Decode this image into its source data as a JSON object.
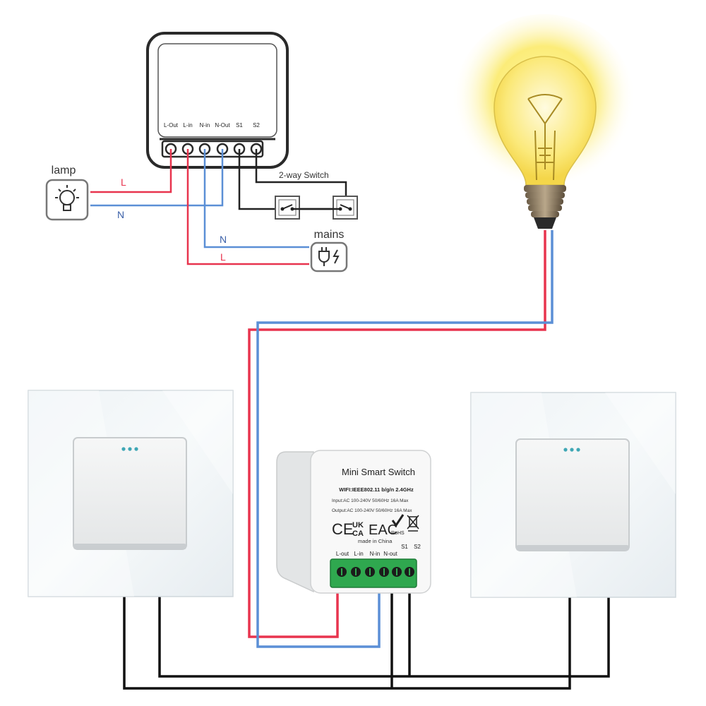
{
  "schematic": {
    "terminals": [
      "L-Out",
      "L-in",
      "N-in",
      "N-Out",
      "S1",
      "S2"
    ],
    "lamp_label": "lamp",
    "mains_label": "mains",
    "two_way_label": "2-way Switch",
    "wire_l_lamp": "L",
    "wire_n_lamp": "N",
    "wire_n_mains": "N",
    "wire_l_mains": "L"
  },
  "module": {
    "title": "Mini Smart Switch",
    "wifi": "WIFI:IEEE802.11 b/g/n 2.4GHz",
    "input": "Input:AC 100-240V 50/60Hz 16A Max",
    "output": "Output:AC 100-240V 50/60Hz 16A Max",
    "cert_ce": "CE",
    "cert_ukca_top": "UK",
    "cert_ukca_bottom": "CA",
    "cert_eac": "EAC",
    "cert_rohs": "RoHS",
    "made_in": "made in China",
    "terminals": [
      "L-out",
      "L-in",
      "N-in",
      "N-out",
      "S1",
      "S2"
    ]
  },
  "colors": {
    "live": "#e8344e",
    "neutral": "#5b8fd6",
    "switch_wire": "#111111",
    "terminal_block": "#2fa84f"
  },
  "icons": [
    "lamp-icon",
    "mains-plug-icon",
    "light-bulb-icon",
    "wall-switch-icon"
  ]
}
